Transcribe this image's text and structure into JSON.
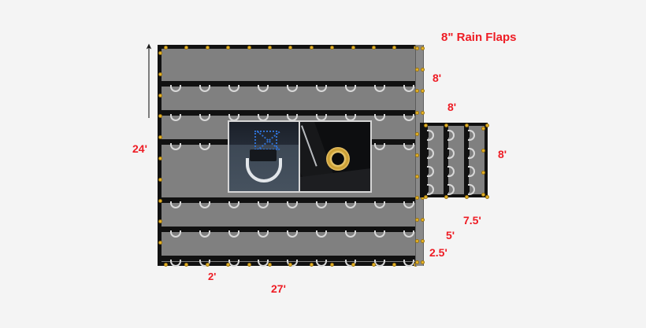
{
  "diagram": {
    "title": "Tarp dimension drawing",
    "background_color": "#f4f4f4",
    "tarp_color": "#808080",
    "reinforcement_color": "#111111",
    "grommet_color": "#e8b428",
    "dimension_color": "#ee1c24",
    "leader_color": "#ffffff"
  },
  "callouts": [
    {
      "name": "rain-flaps",
      "label": "8\" Rain Flaps"
    }
  ],
  "dimensions": {
    "main_height": "24'",
    "main_width": "27'",
    "grommet_spacing": "2'",
    "flap_height_top": "8'",
    "flap_width_top": "8'",
    "side_panel_height": "8'",
    "drop_large": "7.5'",
    "drop_medium": "5'",
    "drop_small": "2.5'"
  },
  "insets": [
    {
      "name": "d-ring-detail",
      "features": [
        "silver-d-ring",
        "blue-box-x-stitching",
        "webbing-strap"
      ]
    },
    {
      "name": "grommet-detail",
      "features": [
        "brass-grommet",
        "black-tarp-fold",
        "metal-rod"
      ]
    }
  ],
  "icons": {
    "grommet": "grommet-icon",
    "d_ring": "d-ring-icon",
    "arrow": "dimension-arrow-icon"
  }
}
